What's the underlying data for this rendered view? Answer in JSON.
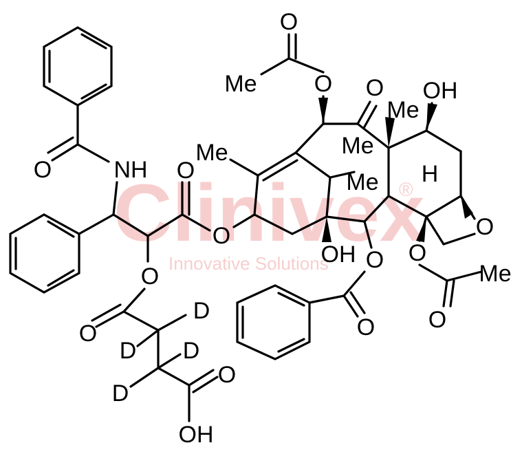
{
  "diagram": {
    "labels": {
      "me": "Me",
      "o": "O",
      "oh": "OH",
      "nh": "NH",
      "h": "H",
      "d": "D"
    }
  },
  "watermark": {
    "brand": "Clinivex",
    "registered": "®",
    "tagline": "Innovative Solutions",
    "color": "#f2a7a7"
  }
}
